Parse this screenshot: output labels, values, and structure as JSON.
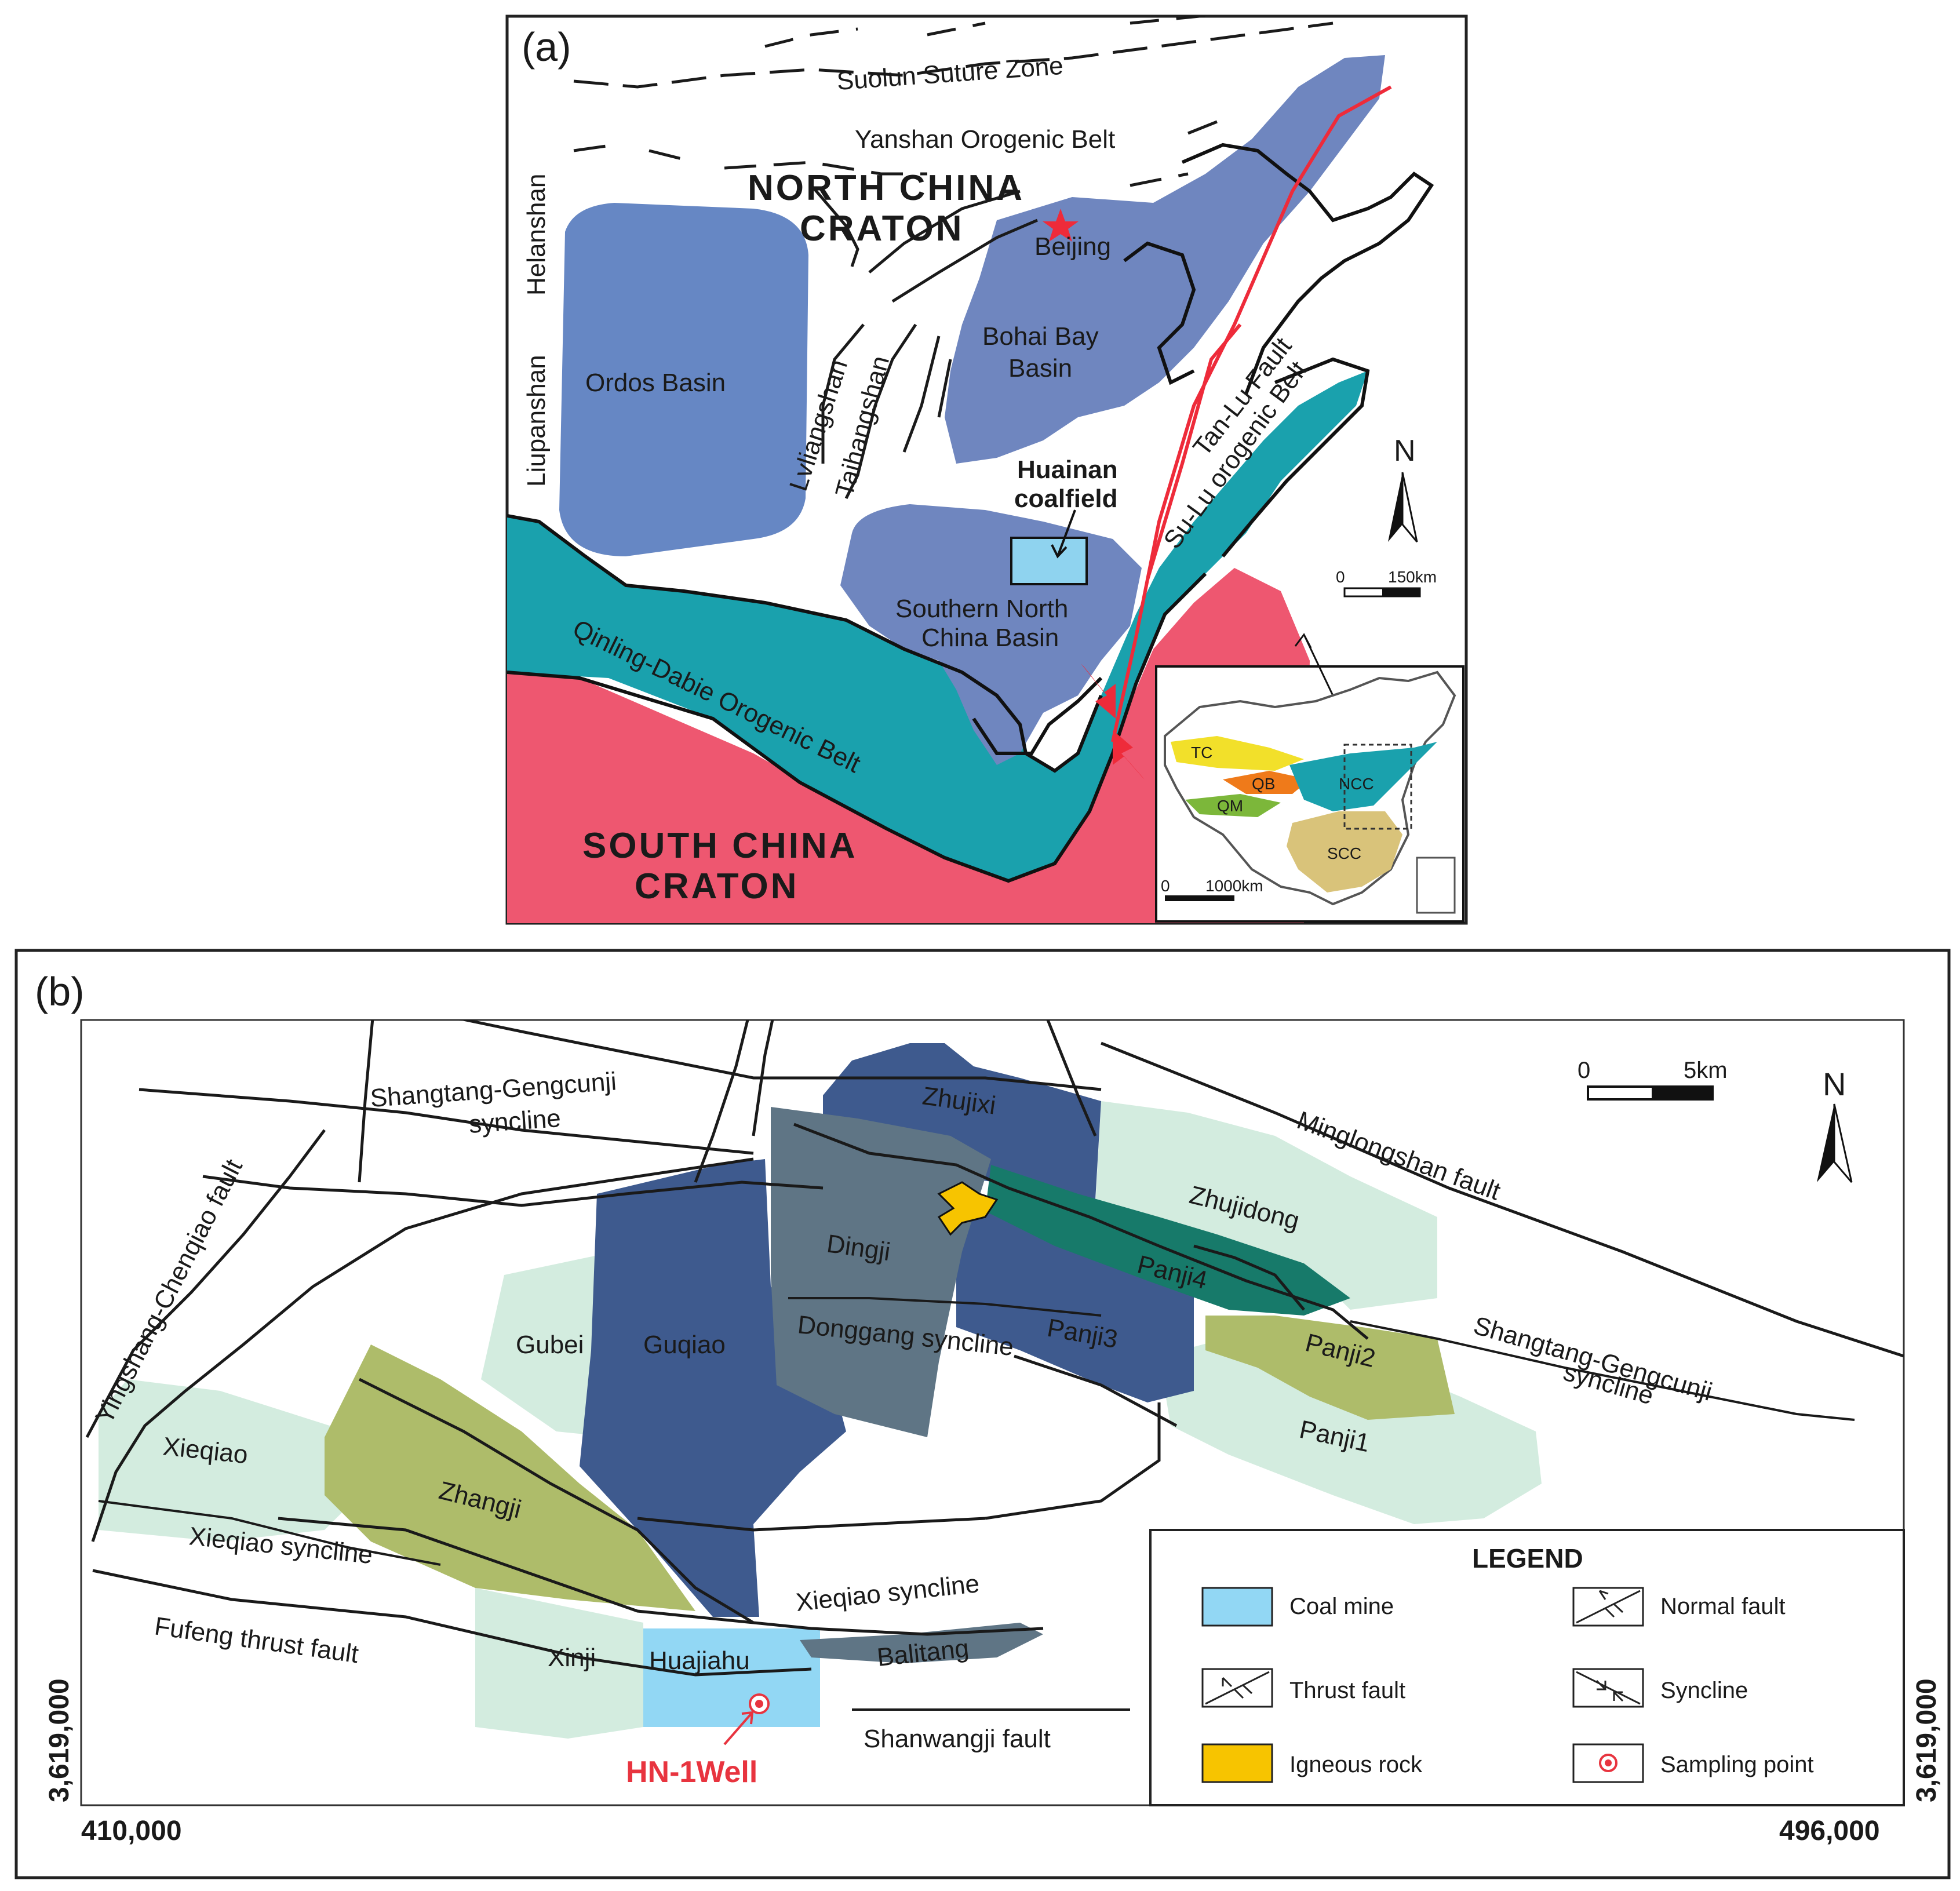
{
  "panel_a": {
    "label": "(a)",
    "tectonic_units": {
      "north_craton_l1": "NORTH CHINA",
      "north_craton_l2": "CRATON",
      "south_craton_l1": "SOUTH CHINA",
      "south_craton_l2": "CRATON",
      "suture": "Suolun Suture Zone",
      "yanshan": "Yanshan Orogenic Belt",
      "qinling": "Qinling-Dabie Orogenic Belt",
      "sulu": "Su-Lu orogenic Belt",
      "tanlu": "Tan-Lu Fault"
    },
    "mountains": {
      "helanshan": "Helanshan",
      "liupanshan": "Liupanshan",
      "lvliangshan": "Lvliangshan",
      "taihangshan": "Taihangshan"
    },
    "basins": {
      "ordos": "Ordos Basin",
      "bohai_l1": "Bohai Bay",
      "bohai_l2": "Basin",
      "snc_l1": "Southern North",
      "snc_l2": "China Basin"
    },
    "places": {
      "beijing": "Beijing",
      "huainan_l1": "Huainan",
      "huainan_l2": "coalfield"
    },
    "north": "N",
    "scale": {
      "zero": "0",
      "value": "150km"
    },
    "inset": {
      "tc": "TC",
      "qb": "QB",
      "qm": "QM",
      "ncc": "NCC",
      "scc": "SCC",
      "scale_zero": "0",
      "scale_value": "1000km"
    },
    "colors": {
      "basin": "#6f86bf",
      "ordos": "#6687c4",
      "orogen": "#1aa1ad",
      "south_craton": "#ee5770",
      "coal_box": "#8fd3ef",
      "fault_red": "#ee2b3a"
    }
  },
  "panel_b": {
    "label": "(b)",
    "mines": {
      "zhujixi": "Zhujixi",
      "zhujidong": "Zhujidong",
      "dingji": "Dingji",
      "panji4": "Panji4",
      "panji3": "Panji3",
      "panji2": "Panji2",
      "panji1": "Panji1",
      "gubei": "Gubei",
      "guqiao": "Guqiao",
      "xieqiao": "Xieqiao",
      "zhangji": "Zhangji",
      "xinji": "Xinji",
      "huajiahu": "Huajiahu",
      "balitang": "Balitang"
    },
    "structures": {
      "yingshang": "Yingshang-Chenqiao fault",
      "shangtang_w_l1": "Shangtang-Gengcunji",
      "shangtang_w_l2": "syncline",
      "minglongshan": "Minglongshan fault",
      "donggang": "Donggang syncline",
      "shangtang_e_l1": "Shangtang-Gengcunji",
      "shangtang_e_l2": "syncline",
      "xieqiao_syn_w": "Xieqiao syncline",
      "xieqiao_syn_e": "Xieqiao syncline",
      "fufeng": "Fufeng thrust fault",
      "shanwangji": "Shanwangji fault"
    },
    "well": "HN-1Well",
    "coords": {
      "left_x": "410,000",
      "right_x": "496,000",
      "y_left": "3,619,000",
      "y_right": "3,619,000"
    },
    "north": "N",
    "scale": {
      "zero": "0",
      "value": "5km"
    },
    "legend": {
      "title": "LEGEND",
      "items": [
        {
          "symbol": "coal-mine",
          "label": "Coal mine"
        },
        {
          "symbol": "normal-fault",
          "label": "Normal fault"
        },
        {
          "symbol": "thrust-fault",
          "label": "Thrust fault"
        },
        {
          "symbol": "syncline",
          "label": "Syncline"
        },
        {
          "symbol": "igneous-rock",
          "label": "Igneous rock"
        },
        {
          "symbol": "sampling-point",
          "label": "Sampling point"
        }
      ]
    },
    "colors": {
      "mine_dark_blue": "#3e5a8e",
      "mine_grey_blue": "#5f7585",
      "mine_light_green": "#d3ecdf",
      "mine_olive": "#aebc6a",
      "mine_teal": "#177a6a",
      "coal_mine": "#92d7f4",
      "igneous": "#f7c400",
      "well_red": "#e8343f"
    }
  }
}
